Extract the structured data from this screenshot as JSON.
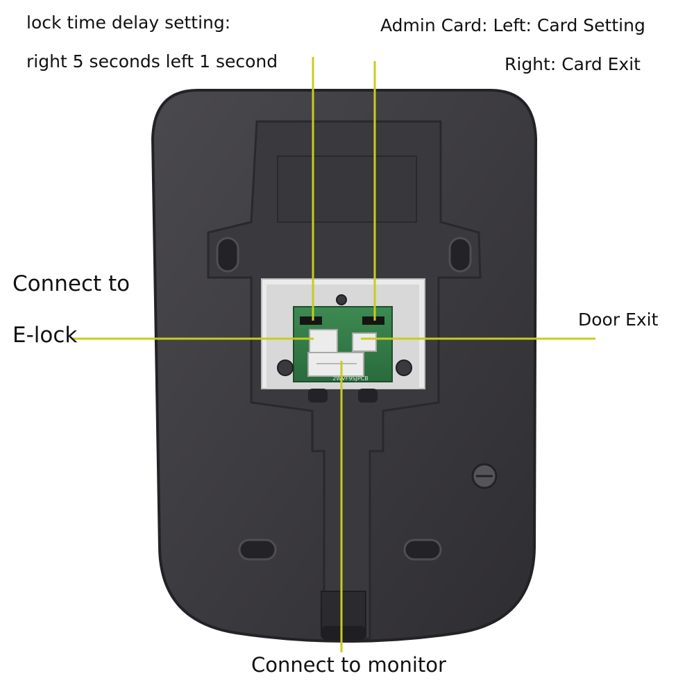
{
  "labels": {
    "lock_delay_line1": "lock time delay setting:",
    "lock_delay_line2": "right 5 seconds left 1 second",
    "admin_card_line1": "Admin Card: Left: Card Setting",
    "admin_card_line2": "Right: Card Exit",
    "elock_line1": "Connect to",
    "elock_line2": "E-lock",
    "door_exit": "Door Exit",
    "monitor": "Connect to monitor"
  },
  "pcb_text": {
    "board_id": "2WVF9SJPCB"
  },
  "colors": {
    "leader_line": "#c8cc1e",
    "device_body": "#3d3c40",
    "pcb": "#2f7a45",
    "connector": "#ececec",
    "recess": "#ebebeb"
  }
}
